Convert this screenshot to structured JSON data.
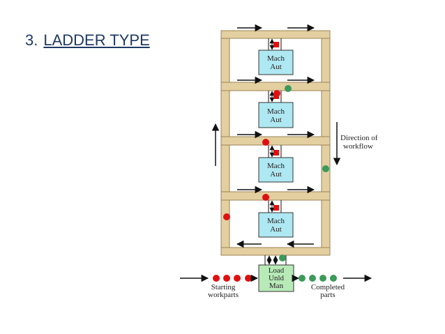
{
  "title": {
    "number": "3.",
    "text": "LADDER TYPE"
  },
  "stations": [
    {
      "line1": "Mach",
      "line2": "Aut"
    },
    {
      "line1": "Mach",
      "line2": "Aut"
    },
    {
      "line1": "Mach",
      "line2": "Aut"
    },
    {
      "line1": "Mach",
      "line2": "Aut"
    }
  ],
  "load_station": {
    "line1": "Load",
    "line2": "Unld",
    "line3": "Man"
  },
  "labels": {
    "direction_line1": "Direction of",
    "direction_line2": "workflow",
    "starting_line1": "Starting",
    "starting_line2": "workparts",
    "completed_line1": "Completed",
    "completed_line2": "parts"
  },
  "colors": {
    "title": "#1f3864",
    "frame": "#e3cfa0",
    "frame_stroke": "#9c8355",
    "machine_fill": "#aee8f2",
    "load_fill": "#b8eab8",
    "raw_part": "#e01010",
    "finished_part": "#3c9a5a"
  }
}
